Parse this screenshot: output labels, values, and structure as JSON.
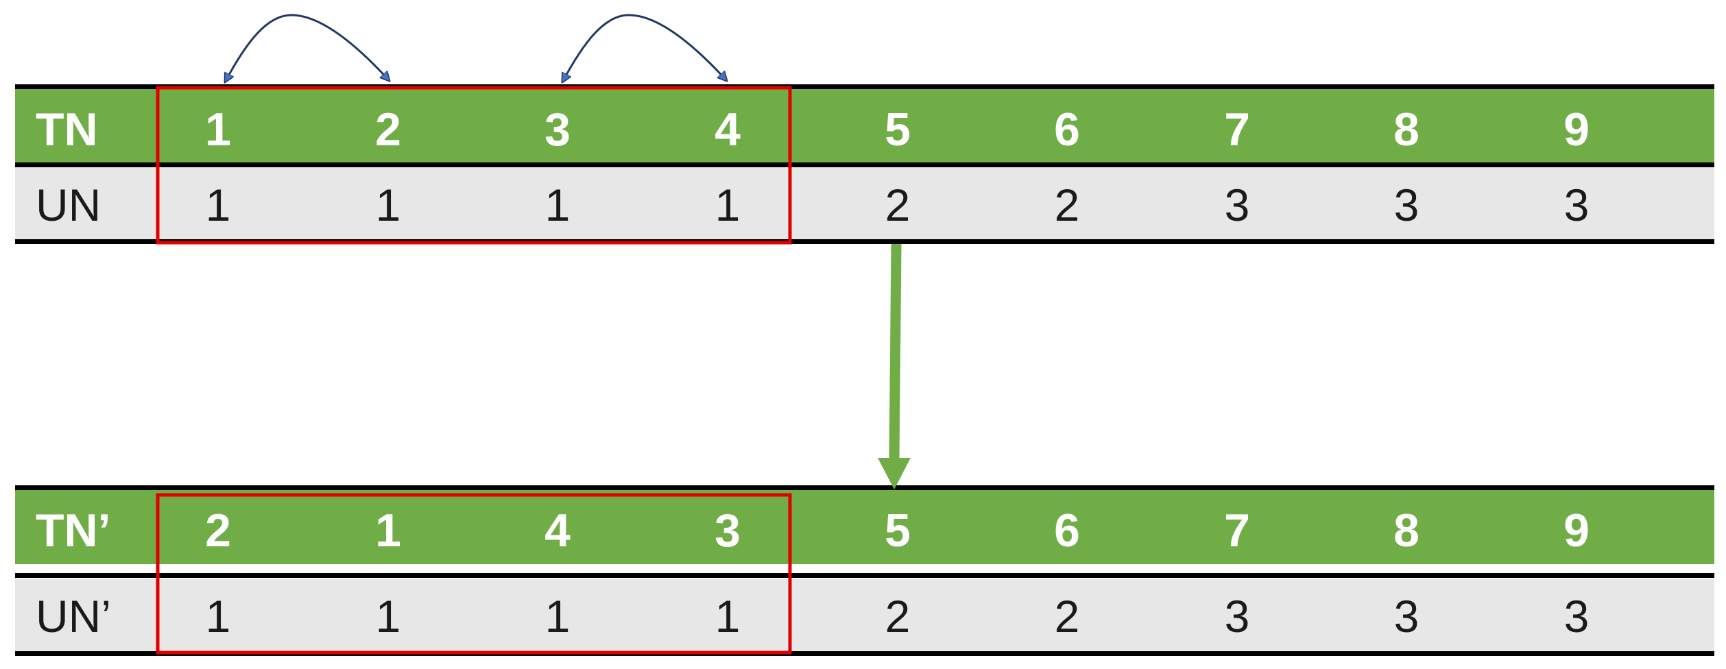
{
  "tables": [
    {
      "header_label": "TN",
      "header_values": [
        "1",
        "2",
        "3",
        "4",
        "5",
        "6",
        "7",
        "8",
        "9"
      ],
      "row_label": "UN",
      "row_values": [
        "1",
        "1",
        "1",
        "1",
        "2",
        "2",
        "3",
        "3",
        "3"
      ]
    },
    {
      "header_label": "TN’",
      "header_values": [
        "2",
        "1",
        "4",
        "3",
        "5",
        "6",
        "7",
        "8",
        "9"
      ],
      "row_label": "UN’",
      "row_values": [
        "1",
        "1",
        "1",
        "1",
        "2",
        "2",
        "3",
        "3",
        "3"
      ]
    }
  ],
  "colors": {
    "header_fill": "#70ad47",
    "row_fill": "#e7e7e7",
    "rule": "#000000",
    "highlight_box": "#e00000",
    "swap_arrow": "#1f3864",
    "swap_arrowhead": "#4472c4",
    "transition_arrow": "#70ad47"
  }
}
